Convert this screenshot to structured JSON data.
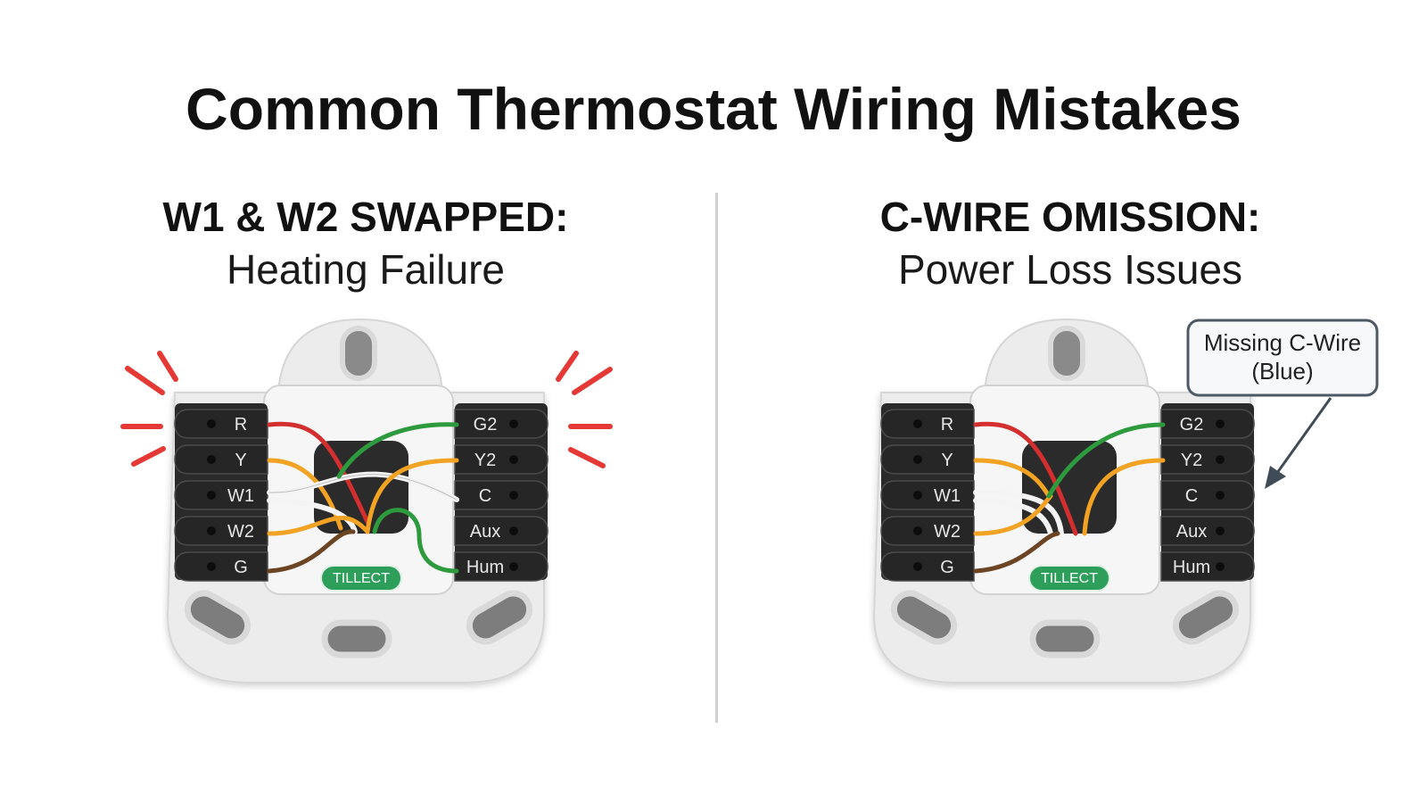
{
  "title": "Common Thermostat Wiring Mistakes",
  "panels": [
    {
      "heading": "W1 & W2 SWAPPED:",
      "subheading": "Heating Failure",
      "left_terminals": [
        "R",
        "Y",
        "W1",
        "W2",
        "G"
      ],
      "right_terminals": [
        "G2",
        "Y2",
        "C",
        "Aux",
        "Hum"
      ],
      "brand": "TILLECT",
      "indicator": "red-alert-lines"
    },
    {
      "heading": "C-WIRE OMISSION:",
      "subheading": "Power Loss Issues",
      "left_terminals": [
        "R",
        "Y",
        "W1",
        "W2",
        "G"
      ],
      "right_terminals": [
        "G2",
        "Y2",
        "C",
        "Aux",
        "Hum"
      ],
      "brand": "TILLECT",
      "callout": {
        "line1": "Missing C-Wire",
        "line2": "(Blue)"
      }
    }
  ],
  "colors": {
    "wire_red": "#d32f2f",
    "wire_yellow": "#f2a323",
    "wire_white": "#f4f4f4",
    "wire_green": "#2e9a3e",
    "wire_brown": "#6b4423",
    "alert_red": "#e53935",
    "brand_green": "#2e9e5b",
    "terminal_block": "#2a2a2a"
  }
}
